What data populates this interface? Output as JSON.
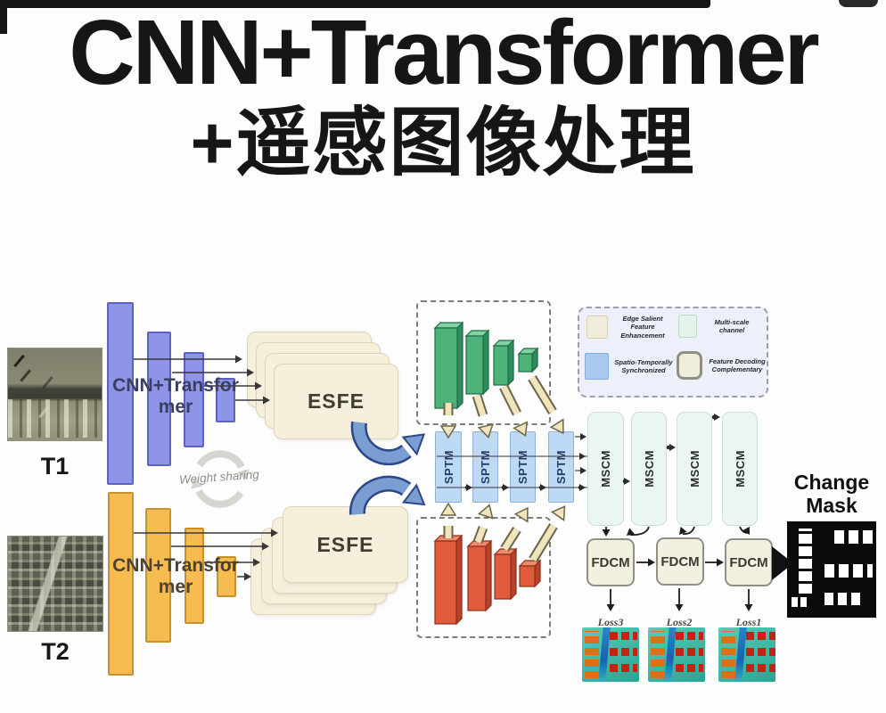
{
  "title": {
    "line1": "CNN+Transformer",
    "line2": "+遥感图像处理"
  },
  "diagram": {
    "inputs": [
      {
        "label": "T1"
      },
      {
        "label": "T2"
      }
    ],
    "encoders": [
      {
        "line1": "CNN+Transfor",
        "line2": "mer"
      },
      {
        "line1": "CNN+Transfor",
        "line2": "mer"
      }
    ],
    "weight_sharing_label": "Weight sharing",
    "esfe_stacks": [
      {
        "label": "ESFE"
      },
      {
        "label": "ESFE"
      }
    ],
    "sptm_blocks": [
      {
        "label": "SPTM"
      },
      {
        "label": "SPTM"
      },
      {
        "label": "SPTM"
      },
      {
        "label": "SPTM"
      }
    ],
    "mscm_blocks": [
      {
        "label": "MSCM"
      },
      {
        "label": "MSCM"
      },
      {
        "label": "MSCM"
      },
      {
        "label": "MSCM"
      }
    ],
    "fdcm_blocks": [
      {
        "label": "FDCM"
      },
      {
        "label": "FDCM"
      },
      {
        "label": "FDCM"
      }
    ],
    "losses": [
      {
        "label": "Loss3"
      },
      {
        "label": "Loss2"
      },
      {
        "label": "Loss1"
      }
    ],
    "output": {
      "line1": "Change",
      "line2": "Mask"
    },
    "legend": {
      "items": [
        {
          "key": "esfe",
          "label": "Edge Salient Feature Enhancement",
          "swatch_color": "#f2edda"
        },
        {
          "key": "mscm",
          "label": "Multi-scale channel",
          "swatch_color": "#e2f3ea"
        },
        {
          "key": "sptm",
          "label": "Spatio-Temporally Synchronized",
          "swatch_color": "#a9c9ef"
        },
        {
          "key": "fdcm",
          "label": "Feature Decoding Complementary",
          "swatch_color": "#f0edda"
        }
      ]
    },
    "colors": {
      "t1_encoder_bar": "#8e95e6",
      "t2_encoder_bar": "#f7bc50",
      "esfe_card": "#f6efdc",
      "green_feature_bar": "#4db378",
      "red_feature_bar": "#e05a3c",
      "sptm_block": "#bed9f4",
      "mscm_block": "#ebf6f0",
      "fdcm_block": "#f3f0e0",
      "curved_arrow": "#7b9ed2",
      "cream_arrow": "#efe3bb",
      "mask_background": "#0b0b0b"
    }
  }
}
